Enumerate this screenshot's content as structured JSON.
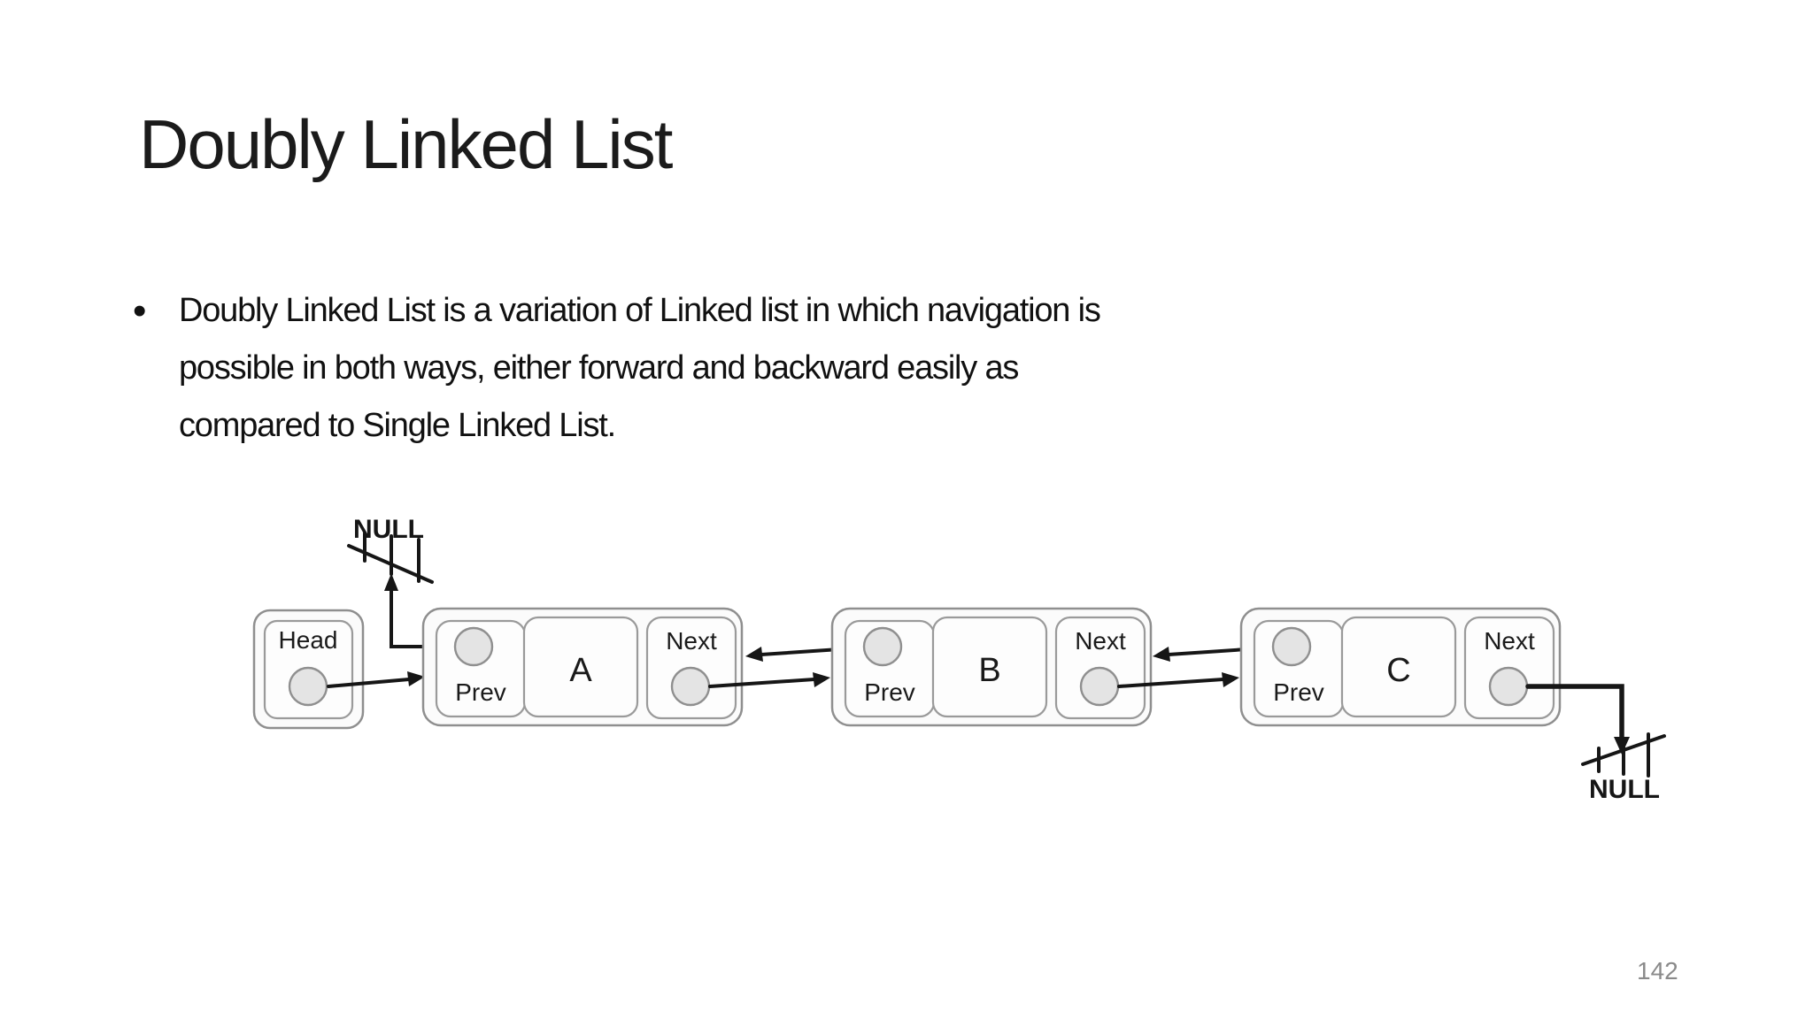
{
  "slide": {
    "title": "Doubly Linked List",
    "bullet": {
      "marker": "•",
      "text": "Doubly Linked List is a variation of Linked list in which navigation is possible in both ways, either forward and backward easily as compared to Single Linked List.",
      "lines": [
        "Doubly Linked List is a variation of Linked list in which navigation is",
        "possible in both ways, either forward and backward easily as",
        "compared to Single Linked List."
      ]
    },
    "page_number": "142"
  },
  "diagram": {
    "head_label": "Head",
    "null_top_label": "NULL",
    "null_bottom_label": "NULL",
    "nodes": [
      {
        "value": "A",
        "prev_label": "Prev",
        "next_label": "Next"
      },
      {
        "value": "B",
        "prev_label": "Prev",
        "next_label": "Next"
      },
      {
        "value": "C",
        "prev_label": "Prev",
        "next_label": "Next"
      }
    ]
  },
  "colors": {
    "background": "#ffffff",
    "text": "#1a1a1a",
    "page_number": "#8a8a8a",
    "box_border": "#8f8f8f",
    "box_fill": "#fbfbfb",
    "circle_fill": "#e4e4e4",
    "arrow": "#161616"
  }
}
